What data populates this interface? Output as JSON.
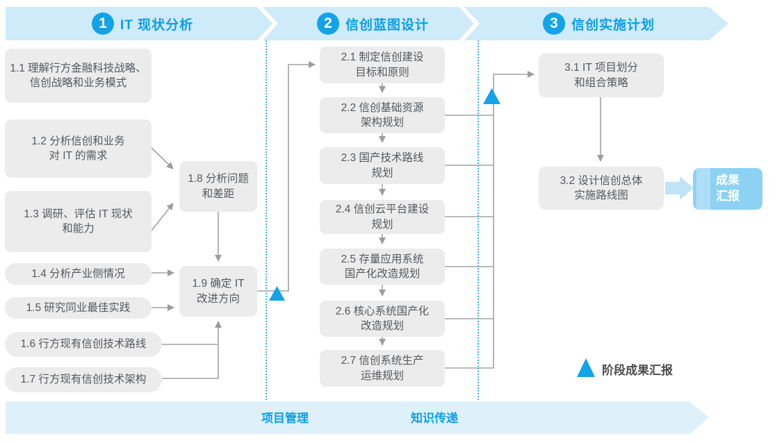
{
  "phases": [
    {
      "number": "1",
      "title": "IT 现状分析"
    },
    {
      "number": "2",
      "title": "信创蓝图设计"
    },
    {
      "number": "3",
      "title": "信创实施计划"
    }
  ],
  "nodes": {
    "n1_1": [
      "1.1 理解行方金融科技战略、",
      "信创战略和业务模式"
    ],
    "n1_2": [
      "1.2 分析信创和业务",
      "对 IT 的需求"
    ],
    "n1_3": [
      "1.3 调研、评估 IT 现状",
      "和能力"
    ],
    "n1_4": [
      "1.4 分析产业侧情况"
    ],
    "n1_5": [
      "1.5 研究同业最佳实践"
    ],
    "n1_6": [
      "1.6 行方现有信创技术路线"
    ],
    "n1_7": [
      "1.7 行方现有信创技术架构"
    ],
    "n1_8": [
      "1.8 分析问题",
      "和差距"
    ],
    "n1_9": [
      "1.9 确定 IT",
      "改进方向"
    ],
    "n2_1": [
      "2.1 制定信创建设",
      "目标和原则"
    ],
    "n2_2": [
      "2.2 信创基础资源",
      "架构规划"
    ],
    "n2_3": [
      "2.3 国产技术路线",
      "规划"
    ],
    "n2_4": [
      "2.4 信创云平台建设",
      "规划"
    ],
    "n2_5": [
      "2.5 存量应用系统",
      "国产化改造规划"
    ],
    "n2_6": [
      "2.6 核心系统国产化",
      "改造规划"
    ],
    "n2_7": [
      "2.7 信创系统生产",
      "运维规划"
    ],
    "n3_1": [
      "3.1 IT 项目划分",
      "和组合策略"
    ],
    "n3_2": [
      "3.2 设计信创总体",
      "实施路线图"
    ]
  },
  "result": [
    "成果",
    "汇报"
  ],
  "legend": {
    "label": "阶段成果汇报"
  },
  "bottom_band": {
    "items": [
      "项目管理",
      "知识传递"
    ]
  },
  "colors": {
    "accent_blue": "#12a3e8",
    "title_blue": "#0c9fe5",
    "band_top": "#cfeaf9",
    "band_bottom": "#def1fb",
    "node_bg": "#ececec",
    "node_text": "#55585c",
    "connector_gray": "#a2a2a2",
    "result_bg": "#8dd2f2",
    "result_stripe": "#aedef7",
    "fat_arrow": "#bfe3f7"
  }
}
